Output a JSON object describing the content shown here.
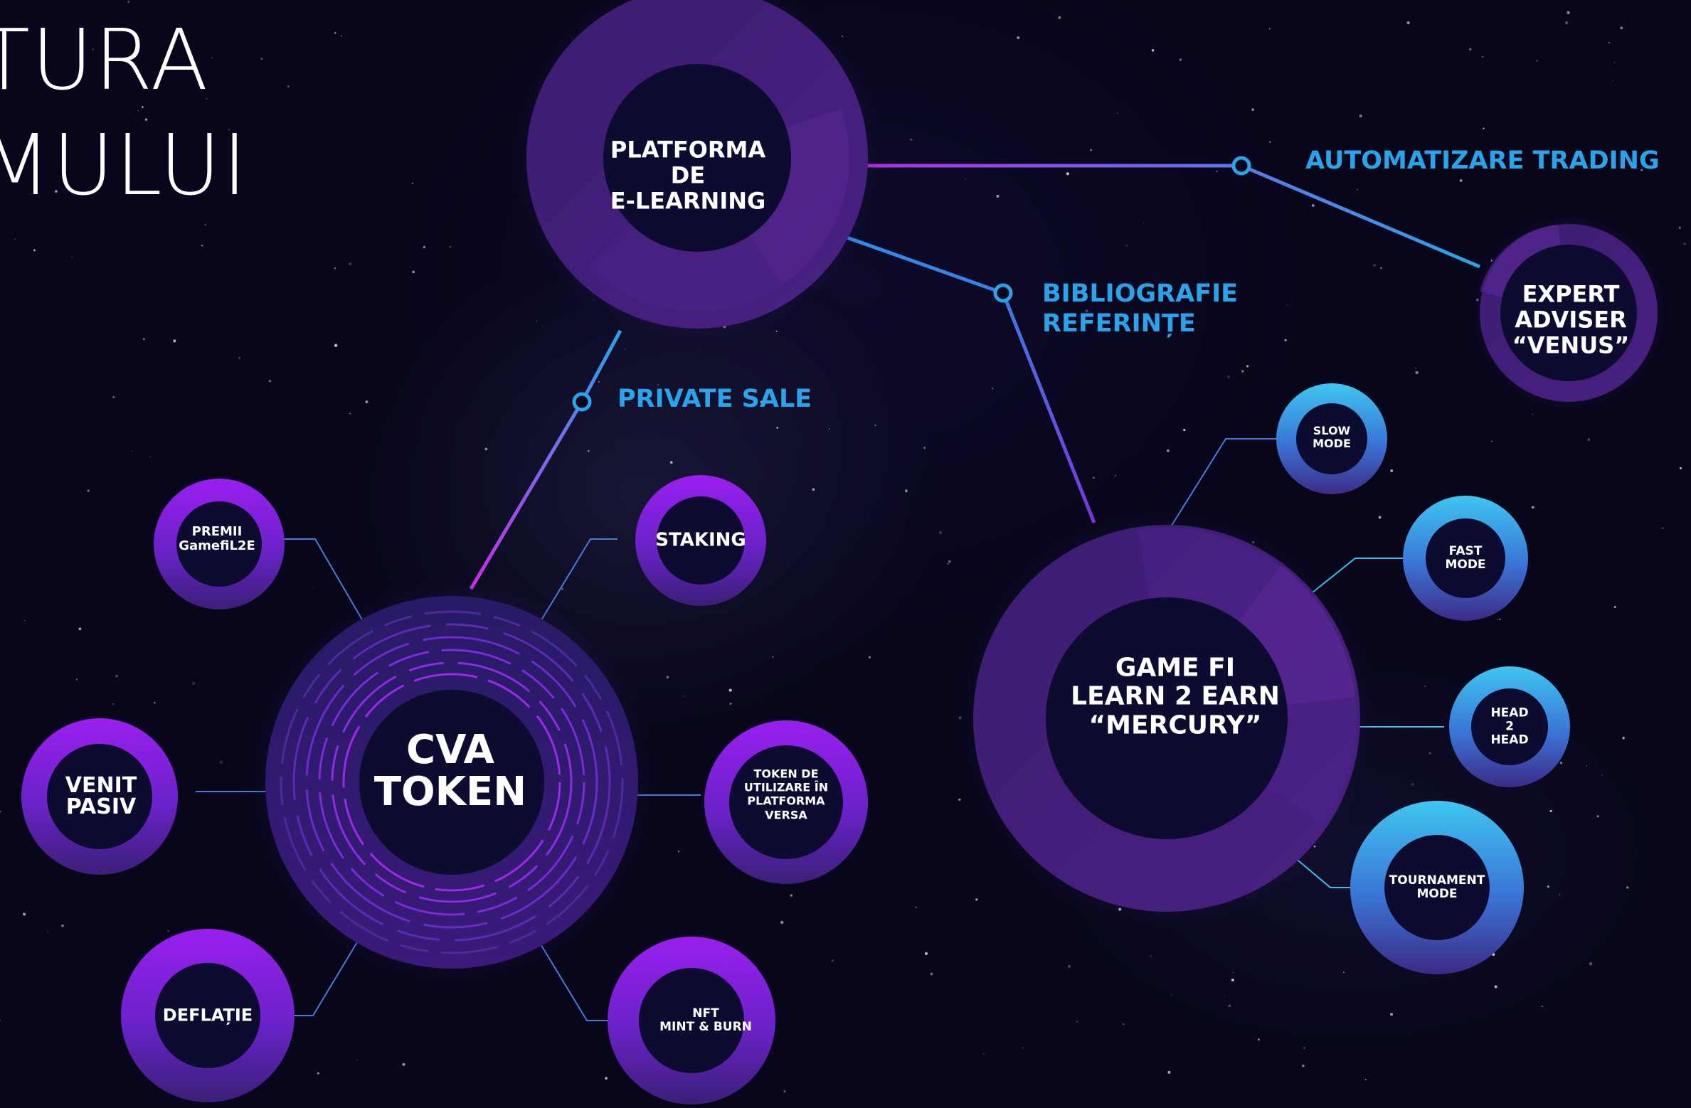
{
  "title": {
    "line1": "TURA",
    "line2": "MULUI"
  },
  "colors": {
    "background": "#07061a",
    "purple": "#8f1ee6",
    "violet": "#6b2fd0",
    "blue": "#2aa3e8",
    "cyan": "#3cc0ee",
    "magenta": "#e21aa8",
    "dark_core": "#0d0c30",
    "ring_base": "#3a1d6e"
  },
  "nodes": {
    "platforma": {
      "line1": "PLATFORMA",
      "line2": "DE",
      "line3": "E-LEARNING"
    },
    "cva": {
      "line1": "CVA",
      "line2": "TOKEN"
    },
    "gamefi": {
      "line1": "GAME FI",
      "line2": "LEARN 2 EARN",
      "line3": "“MERCURY”"
    },
    "expert": {
      "line1": "EXPERT",
      "line2": "ADVISER",
      "line3": "“VENUS”"
    },
    "premii": {
      "line1": "PREMII",
      "line2": "GamefiL2E"
    },
    "staking": {
      "line1": "STAKING"
    },
    "venit": {
      "line1": "VENIT",
      "line2": "PASIV"
    },
    "token_util": {
      "line1": "TOKEN DE",
      "line2": "UTILIZARE ÎN",
      "line3": "PLATFORMA",
      "line4": "VERSA"
    },
    "deflatie": {
      "line1": "DEFLAȚIE"
    },
    "nft": {
      "line1": "NFT",
      "line2": "MINT & BURN"
    },
    "slow": {
      "line1": "SLOW",
      "line2": "MODE"
    },
    "fast": {
      "line1": "FAST",
      "line2": "MODE"
    },
    "head": {
      "line1": "HEAD",
      "line2": "2",
      "line3": "HEAD"
    },
    "tournament": {
      "line1": "TOURNAMENT",
      "line2": "MODE"
    }
  },
  "edges": {
    "automatizare": "AUTOMATIZARE TRADING",
    "bibliografie": {
      "line1": "BIBLIOGRAFIE",
      "line2": "REFERINȚE"
    },
    "private_sale": "PRIVATE SALE"
  }
}
